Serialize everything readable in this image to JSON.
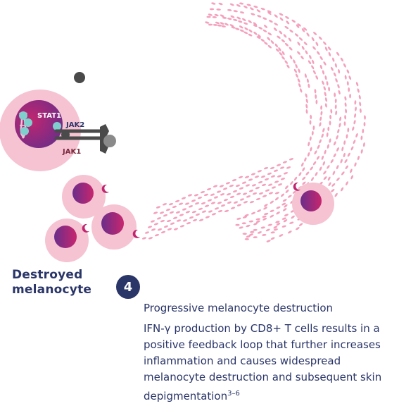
{
  "labels": {
    "stat1": "STAT1",
    "jak2": "JAK2",
    "jak1": "JAK1",
    "destroyed_line1": "Destroyed",
    "destroyed_line2": "melanocyte"
  },
  "step": {
    "number": "4",
    "title": "Progressive melanocyte destruction",
    "description": "IFN-γ production by CD8+ T cells results in a positive feedback loop that further increases inflammation and causes widespread melanocyte destruction and subsequent skin depigmentation",
    "citation": "3–6"
  },
  "colors": {
    "navy": "#2a3568",
    "pink_halo": "#f6c3d3",
    "pink_dash": "#f28fb0",
    "magenta": "#c0266f",
    "purple": "#6a2d8a",
    "teal": "#7fcfcf",
    "gray": "#4a4a4a"
  },
  "icons": [
    "ifn-gamma-molecule-icon",
    "ifn-gamma-receptor-icon",
    "granule-icon"
  ]
}
